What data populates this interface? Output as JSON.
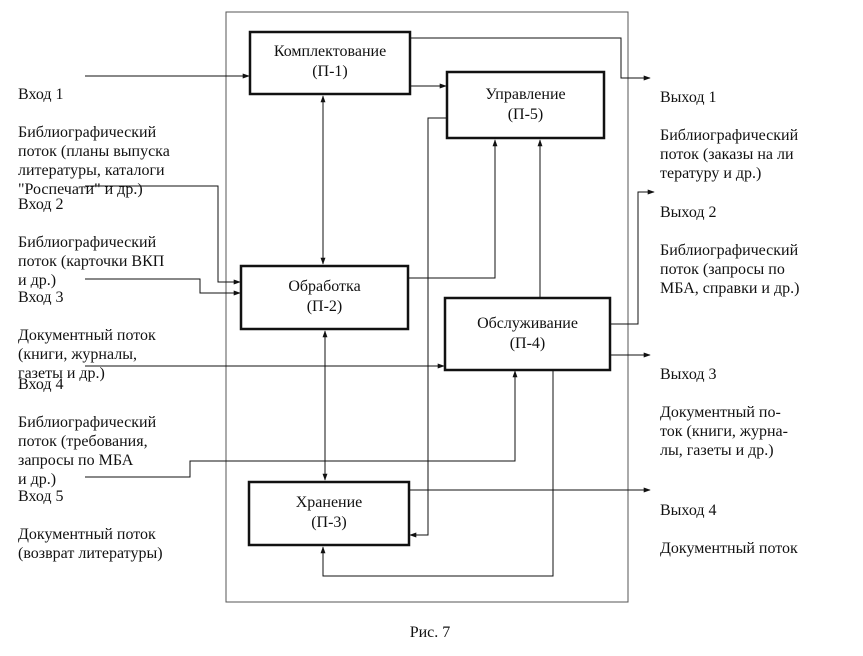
{
  "blocks": [
    {
      "id": "p1",
      "name": "Комплектование",
      "code": "(П-1)"
    },
    {
      "id": "p2",
      "name": "Обработка",
      "code": "(П-2)"
    },
    {
      "id": "p3",
      "name": "Хранение",
      "code": "(П-3)"
    },
    {
      "id": "p4",
      "name": "Обслуживание",
      "code": "(П-4)"
    },
    {
      "id": "p5",
      "name": "Управление",
      "code": "(П-5)"
    }
  ],
  "inputs": [
    {
      "title": "Вход 1",
      "text": "Библиографический\nпоток (планы выпуска\nлитературы, каталоги\n\"Роспечати\" и др.)"
    },
    {
      "title": "Вход 2",
      "text": "Библиографический\nпоток (карточки ВКП\nи  др.)"
    },
    {
      "title": "Вход 3",
      "text": "Документный поток\n(книги, журналы,\nгазеты и др.)"
    },
    {
      "title": "Вход 4",
      "text": "Библиографический\nпоток (требования,\nзапросы по МБА\nи др.)"
    },
    {
      "title": "Вход 5",
      "text": "Документный поток\n(возврат литературы)"
    }
  ],
  "outputs": [
    {
      "title": "Выход 1",
      "text": "Библиографический\nпоток (заказы на ли\nтературу и др.)"
    },
    {
      "title": "Выход 2",
      "text": "Библиографический\nпоток (запросы по\nМБА, справки и др.)"
    },
    {
      "title": "Выход 3",
      "text": "Документный    по-\nток (книги, журна-\nлы, газеты и др.)"
    },
    {
      "title": "Выход 4",
      "text": "Документный поток"
    }
  ],
  "caption": "Рис. 7"
}
